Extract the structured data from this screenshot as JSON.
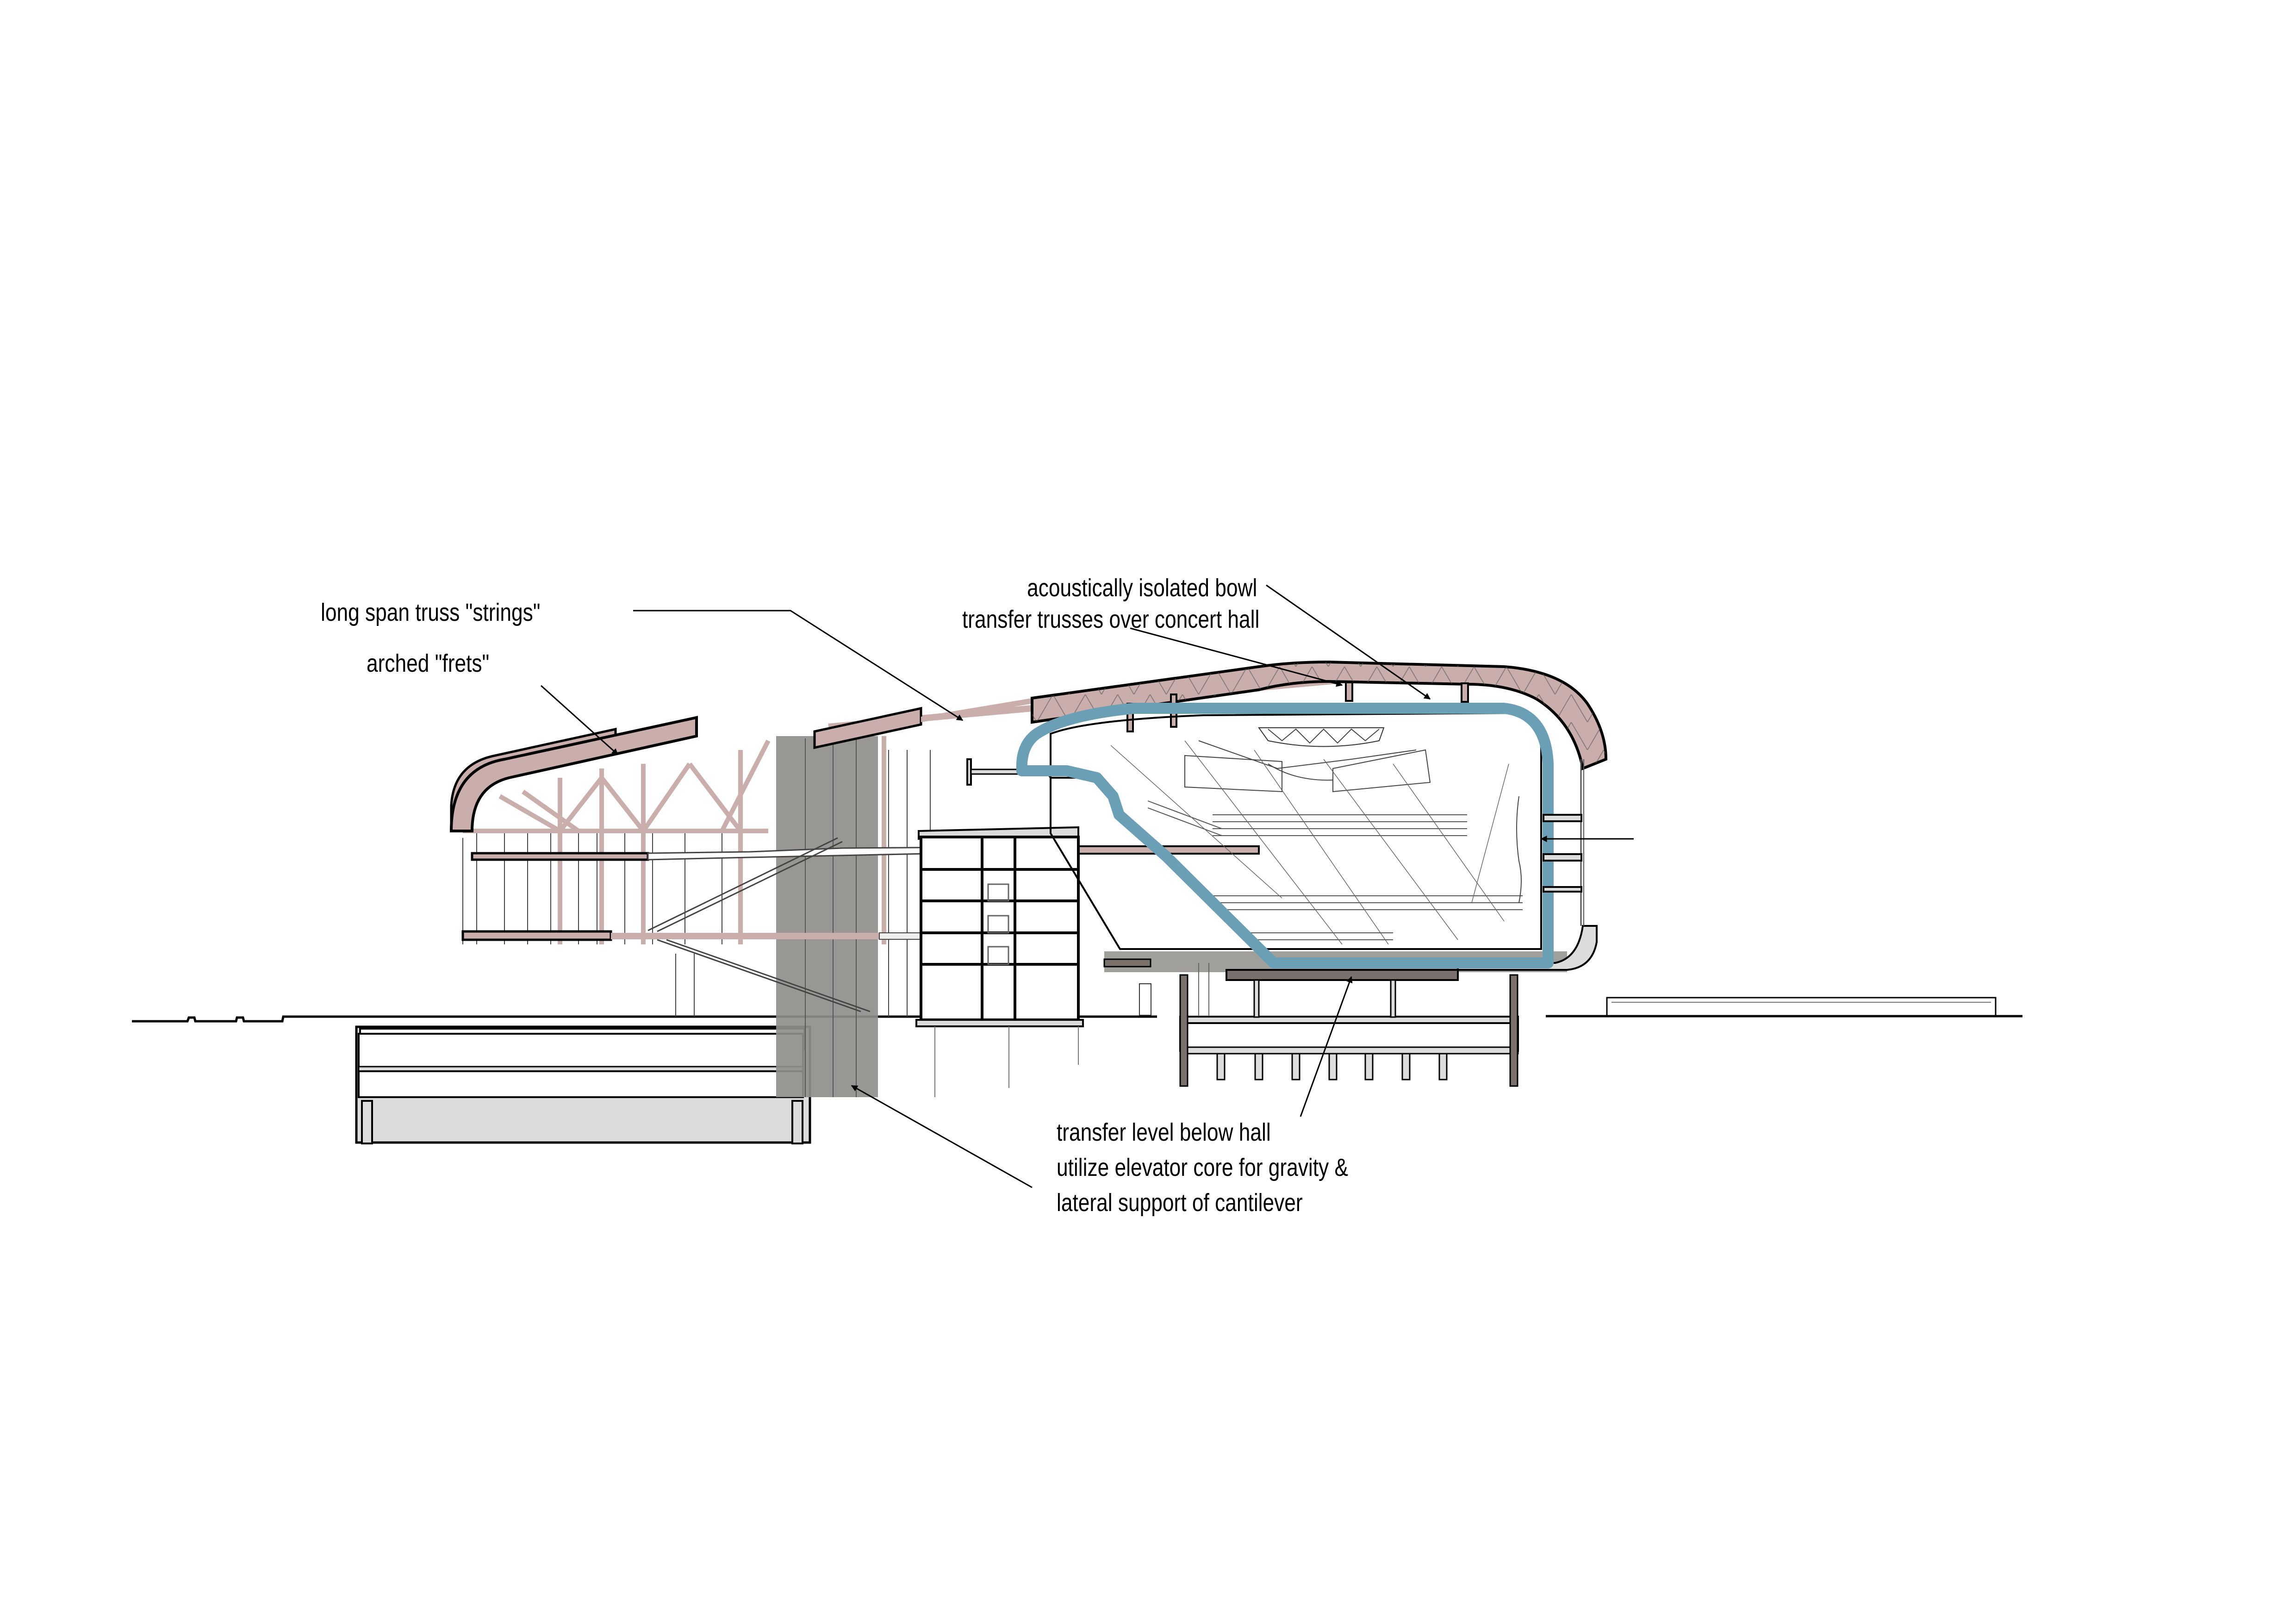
{
  "diagram": {
    "type": "architectural-section",
    "subject": "concert hall building section with structural annotations",
    "colors": {
      "truss_pink": "#c9aeac",
      "bowl_blue": "#6a9fb5",
      "core_gray": "#8f8e8b",
      "transfer_dark": "#7a716c",
      "concrete_light": "#dcdcdc",
      "line": "#000000",
      "background": "#ffffff"
    }
  },
  "annotations": {
    "strings": {
      "text": "long span truss \"strings\""
    },
    "frets": {
      "text": "arched \"frets\""
    },
    "bowl": {
      "text": "acoustically isolated bowl"
    },
    "transfer_trusses": {
      "text": "transfer trusses over concert hall"
    },
    "transfer_level": {
      "lines": [
        "transfer level below hall",
        "utilize elevator core for gravity &",
        "lateral support of cantilever"
      ]
    }
  }
}
